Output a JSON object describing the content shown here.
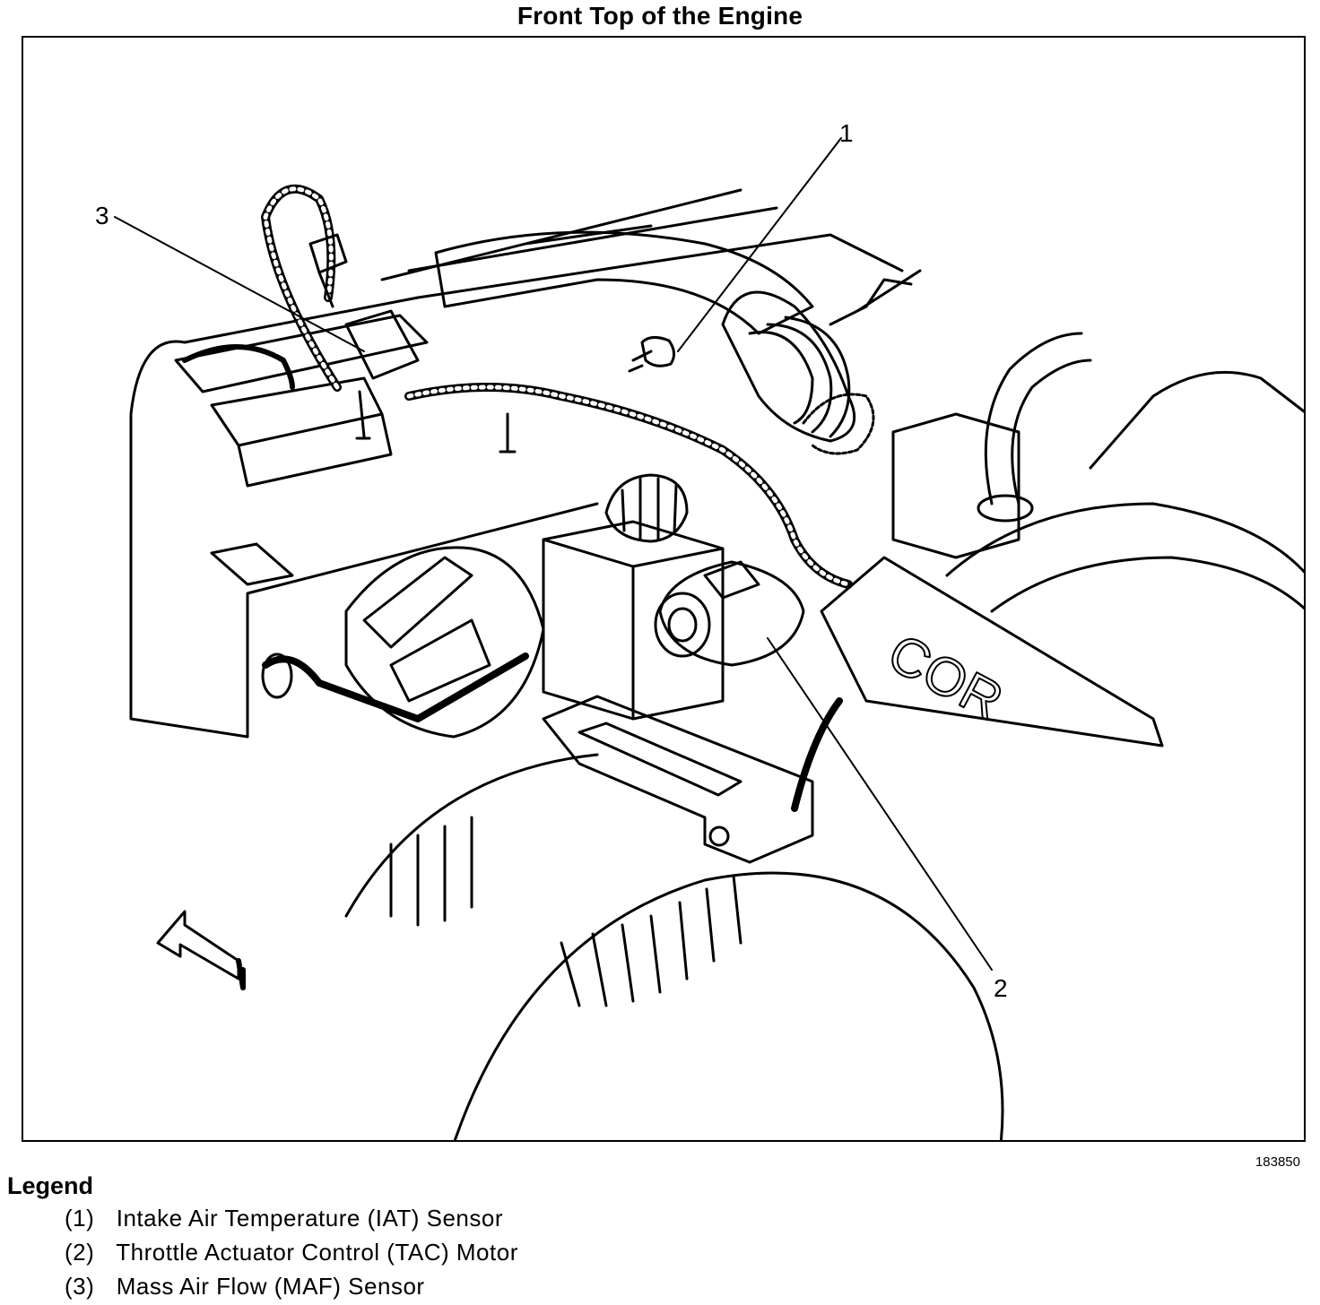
{
  "title": "Front Top of the Engine",
  "figure_id": "183850",
  "callouts": {
    "c1": "1",
    "c2": "2",
    "c3": "3"
  },
  "legend": {
    "heading": "Legend",
    "items": [
      {
        "num": "(1)",
        "text": "Intake Air Temperature (IAT) Sensor"
      },
      {
        "num": "(2)",
        "text": "Throttle Actuator Control (TAC) Motor"
      },
      {
        "num": "(3)",
        "text": "Mass Air Flow (MAF) Sensor"
      }
    ]
  },
  "engine_cover_text": "COR",
  "colors": {
    "ink": "#000000",
    "paper": "#ffffff"
  }
}
